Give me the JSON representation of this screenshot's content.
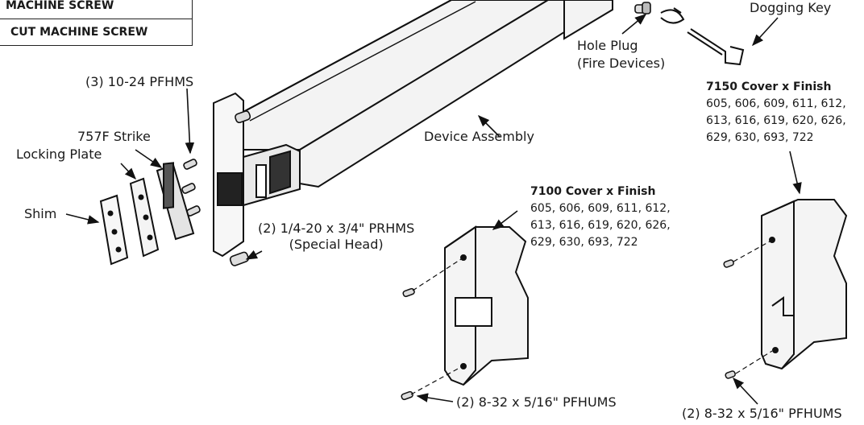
{
  "legend": {
    "row1": "MACHINE SCREW",
    "row2": "CUT MACHINE SCREW"
  },
  "labels": {
    "dogging_key": "Dogging Key",
    "hole_plug_line1": "Hole Plug",
    "hole_plug_line2": "(Fire Devices)",
    "pfhms_top": "(3) 10-24 PFHMS",
    "strike": "757F Strike",
    "locking_plate": "Locking Plate",
    "shim": "Shim",
    "device_assembly": "Device Assembly",
    "prhms_line1": "(2) 1/4-20 x 3/4\" PRHMS",
    "prhms_line2": "(Special Head)",
    "pfhums_left": "(2) 8-32 x 5/16\" PFHUMS",
    "pfhums_right": "(2) 8-32 x 5/16\" PFHUMS"
  },
  "cover_7100": {
    "title": "7100 Cover x Finish",
    "line1": "605, 606, 609, 611, 612,",
    "line2": "613, 616, 619, 620, 626,",
    "line3": "629, 630, 693, 722"
  },
  "cover_7150": {
    "title": "7150 Cover x Finish",
    "line1": "605, 606, 609, 611, 612,",
    "line2": "613, 616, 619, 620, 626,",
    "line3": "629, 630, 693, 722"
  }
}
